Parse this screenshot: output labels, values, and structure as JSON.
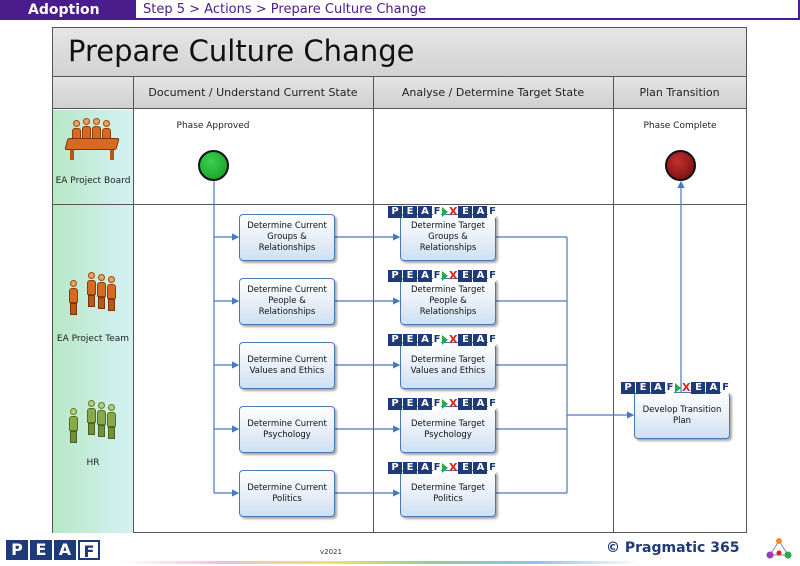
{
  "header": {
    "section": "Adoption",
    "breadcrumb": "Step 5 > Actions > Prepare Culture Change"
  },
  "diagram": {
    "title": "Prepare Culture Change",
    "columns": [
      "Document / Understand Current State",
      "Analyse / Determine Target State",
      "Plan Transition"
    ],
    "lanes": {
      "board": "EA Project Board",
      "team": "EA Project Team",
      "hr": "HR"
    },
    "events": {
      "start": "Phase Approved",
      "end": "Phase Complete"
    },
    "current_tasks": [
      "Determine Current Groups & Relationships",
      "Determine Current People & Relationships",
      "Determine Current Values and Ethics",
      "Determine Current Psychology",
      "Determine Current Politics"
    ],
    "target_tasks": [
      "Determine Target Groups & Relationships",
      "Determine Target People & Relationships",
      "Determine Target Values and Ethics",
      "Determine Target Psychology",
      "Determine Target Politics"
    ],
    "transition_task": "Develop Transition Plan",
    "badge": {
      "l1": "P",
      "l2": "E",
      "l3": "A",
      "l4": "F",
      "r1": "E",
      "r2": "A",
      "r3": "F",
      "x": "X"
    },
    "colors": {
      "start_event": "#0e9a1e",
      "end_event": "#8a0e0e",
      "connector": "#4a78c0",
      "header_purple": "#4b1c8c"
    }
  },
  "footer": {
    "logo": [
      "P",
      "E",
      "A",
      "F"
    ],
    "version": "v2021",
    "brand": "© Pragmatic 365"
  }
}
